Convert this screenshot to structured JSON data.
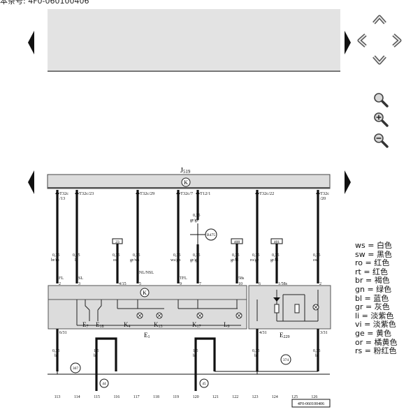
{
  "header": {
    "text": "本条号: 4F0-060100406"
  },
  "diagram": {
    "component_main": "J",
    "component_main_sub": "519",
    "bottom_component": "E",
    "bottom_component_sub": "1",
    "right_component": "E",
    "right_component_sub": "229",
    "doc_number": "4F0-060100406",
    "pins": [
      {
        "id": "p1",
        "label": "T32c",
        "sub": "/13",
        "size": "0,35",
        "color": "br/ro",
        "func": "FL",
        "pin": "2"
      },
      {
        "id": "p2",
        "label": "T32c/23",
        "sub": "",
        "size": "0,35",
        "color": "li",
        "func": "SL",
        "pin": "3"
      },
      {
        "id": "p3",
        "label": "",
        "sub": "",
        "size": "0,35",
        "color": "sw",
        "func": "4/15",
        "pin": ""
      },
      {
        "id": "p4",
        "label": "T32c/29",
        "sub": "",
        "size": "0,35",
        "color": "gr/ws",
        "func": "NL/NSL",
        "pin": "5"
      },
      {
        "id": "p5",
        "label": "T32c/7",
        "sub": "",
        "size": "0,35",
        "color": "ws/gn",
        "func": "TFL",
        "pin": "9"
      },
      {
        "id": "p6",
        "label": "T12/1",
        "sub": "",
        "size": "0,35",
        "color": "gr/ge",
        "func": "",
        "pin": "7"
      },
      {
        "id": "p7",
        "label": "",
        "sub": "",
        "size": "0,35",
        "color": "gr/bl",
        "func": "58s",
        "pin": "10"
      },
      {
        "id": "p8",
        "label": "T32c/22",
        "sub": "",
        "size": "0,35",
        "color": "ro/ge",
        "func": "",
        "pin": "6"
      },
      {
        "id": "p9",
        "label": "",
        "sub": "",
        "size": "0,35",
        "color": "gr/bl",
        "func": "1/58s",
        "pin": ""
      },
      {
        "id": "p10",
        "label": "T32c",
        "sub": "/20",
        "size": "0,35",
        "color": "sw",
        "func": "",
        "pin": "2"
      }
    ],
    "mid_wire": {
      "size": "0,35",
      "color": "gr/ge"
    },
    "ref_boxes": [
      "23",
      "408",
      "401"
    ],
    "circles": [
      "B475",
      "367",
      "374",
      "44",
      "45"
    ],
    "components": [
      "E",
      "E",
      "K",
      "K",
      "K",
      "L"
    ],
    "component_subs": [
      "7",
      "18",
      "4",
      "13",
      "17",
      "9"
    ],
    "bottom_pins_left": "6/31",
    "bottom_pins_right_a": "4/31",
    "bottom_pins_right_b": "3/31",
    "bottom_wires": [
      {
        "size": "0,35",
        "color": "br"
      },
      {
        "size": "1,5",
        "color": "br"
      },
      {
        "size": "1,5",
        "color": "br"
      },
      {
        "size": "0,35",
        "color": "br"
      },
      {
        "size": "0,35",
        "color": "br"
      }
    ],
    "track_numbers": [
      "113",
      "114",
      "115",
      "116",
      "117",
      "118",
      "119",
      "120",
      "121",
      "122",
      "123",
      "124",
      "125",
      "126"
    ]
  },
  "legend": [
    {
      "code": "ws",
      "eq": "=",
      "name": "白色"
    },
    {
      "code": "sw",
      "eq": "=",
      "name": "黑色"
    },
    {
      "code": "ro",
      "eq": "=",
      "name": "红色"
    },
    {
      "code": "rt",
      "eq": "=",
      "name": "红色"
    },
    {
      "code": "br",
      "eq": "=",
      "name": "褐色"
    },
    {
      "code": "gn",
      "eq": "=",
      "name": "绿色"
    },
    {
      "code": "bl",
      "eq": "=",
      "name": "蓝色"
    },
    {
      "code": "gr",
      "eq": "=",
      "name": "灰色"
    },
    {
      "code": "li",
      "eq": "=",
      "name": "淡紫色"
    },
    {
      "code": "vi",
      "eq": "=",
      "name": "淡紫色"
    },
    {
      "code": "ge",
      "eq": "=",
      "name": "黄色"
    },
    {
      "code": "or",
      "eq": "=",
      "name": "橘黄色"
    },
    {
      "code": "rs",
      "eq": "=",
      "name": "粉红色"
    }
  ],
  "icons": {
    "pan": "arrow-cross-icon",
    "zoom": "magnifier-icon",
    "zoom_in": "zoom-in-icon",
    "zoom_out": "zoom-out-icon"
  }
}
